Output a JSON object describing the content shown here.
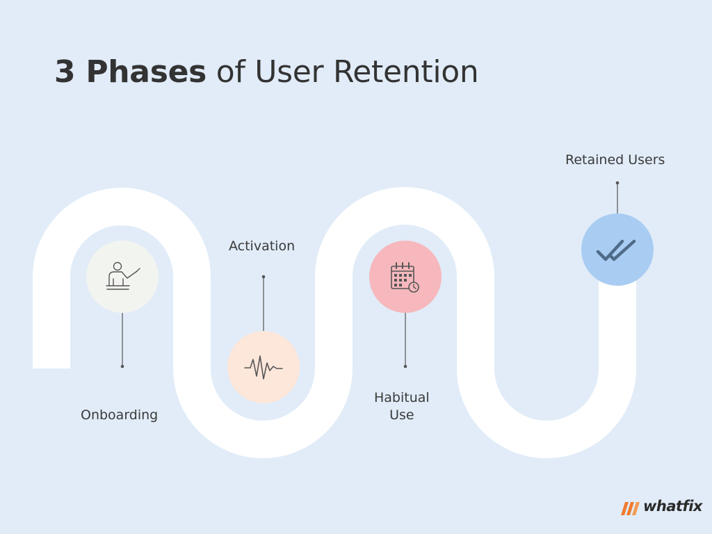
{
  "title": {
    "bold_part": "3 Phases",
    "rest_part": " of User Retention"
  },
  "phases": [
    {
      "label": "Onboarding",
      "icon": "teacher-board-icon",
      "circle_color": "#f2f4ef"
    },
    {
      "label": "Activation",
      "icon": "heartbeat-pulse-icon",
      "circle_color": "#fde6da"
    },
    {
      "label_line1": "Habitual",
      "label_line2": "Use",
      "icon": "calendar-clock-icon",
      "circle_color": "#f6b8bd"
    },
    {
      "label": "Retained Users",
      "icon": "double-check-icon",
      "circle_color": "#a9cdf2"
    }
  ],
  "colors": {
    "background": "#e1ecf8",
    "path": "#ffffff",
    "icon_stroke_dark": "#555555",
    "icon_stroke_blue": "#4f6b8a",
    "logo_orange": "#f07b2f"
  },
  "logo": {
    "text": "whatfix"
  }
}
